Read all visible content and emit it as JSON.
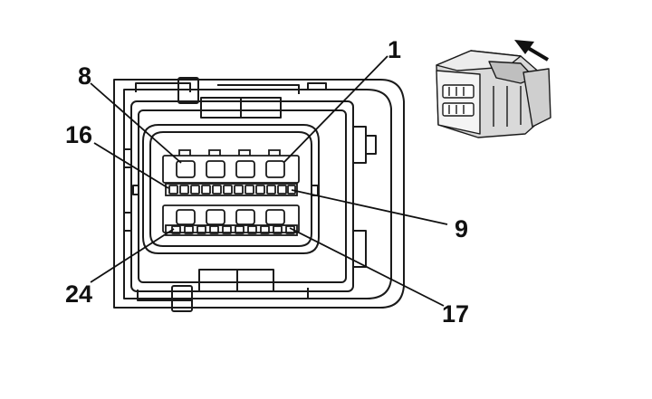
{
  "diagram": {
    "pin_labels": {
      "pin_1": "1",
      "pin_8": "8",
      "pin_16": "16",
      "pin_9": "9",
      "pin_24": "24",
      "pin_17": "17"
    },
    "colors": {
      "stroke": "#1a1a1a",
      "housing_fill": "#ffffff",
      "thumbnail_fill": "#d9d9d9"
    }
  }
}
